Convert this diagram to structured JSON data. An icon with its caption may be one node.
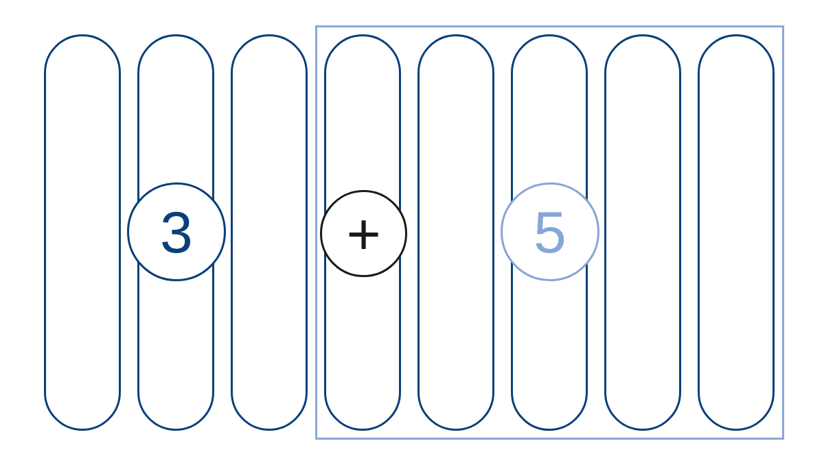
{
  "diagram": {
    "nodes": [
      {
        "text": [],
        "shape": "bar"
      },
      {
        "text": [],
        "shape": "bar"
      },
      {
        "text": [],
        "shape": "bar"
      },
      {
        "text": [],
        "shape": "box"
      },
      {
        "text": [],
        "shape": "bar",
        "in": 3
      },
      {
        "text": [],
        "shape": "bar",
        "in": 3
      },
      {
        "text": [],
        "shape": "bar",
        "in": 3
      },
      {
        "text": [],
        "shape": "bar",
        "in": 3
      },
      {
        "text": [],
        "shape": "bar",
        "in": 3
      },
      {
        "text": [
          "3"
        ]
      },
      {
        "text": [
          "+"
        ],
        "in": 3
      },
      {
        "text": [
          "5"
        ],
        "in": 3
      }
    ]
  }
}
